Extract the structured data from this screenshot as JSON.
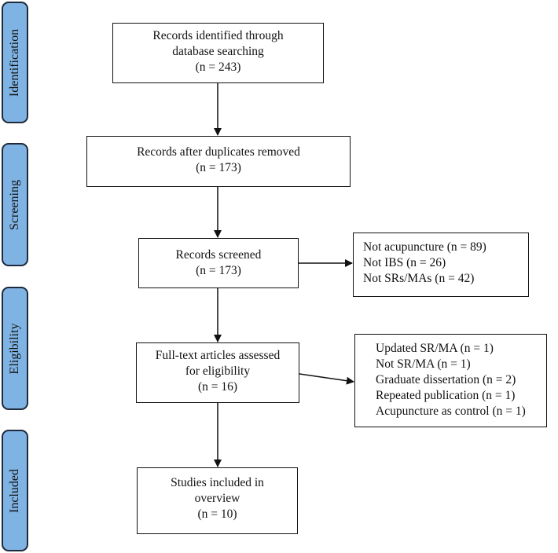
{
  "stages": {
    "identification": "Identification",
    "screening": "Screening",
    "eligibility": "Eligibility",
    "included": "Included"
  },
  "boxes": {
    "identified": [
      "Records identified through",
      "database searching",
      "(n = 243)"
    ],
    "after_duplicates": [
      "Records after duplicates removed",
      "(n = 173)"
    ],
    "screened": [
      "Records screened",
      "(n = 173)"
    ],
    "fulltext": [
      "Full-text articles assessed",
      "for eligibility",
      "(n = 16)"
    ],
    "included": [
      "Studies included in",
      "overview",
      "(n = 10)"
    ]
  },
  "exclusions": {
    "screening": [
      "Not acupuncture (n = 89)",
      "Not IBS (n = 26)",
      "Not SRs/MAs (n = 42)"
    ],
    "eligibility": [
      "Updated SR/MA (n = 1)",
      "Not SR/MA (n = 1)",
      "Graduate dissertation (n = 2)",
      "Repeated publication (n = 1)",
      "Acupuncture as control (n = 1)"
    ]
  },
  "colors": {
    "stage_fill": "#7fb3e3",
    "stage_border": "#1f2a3a",
    "line": "#111111"
  }
}
